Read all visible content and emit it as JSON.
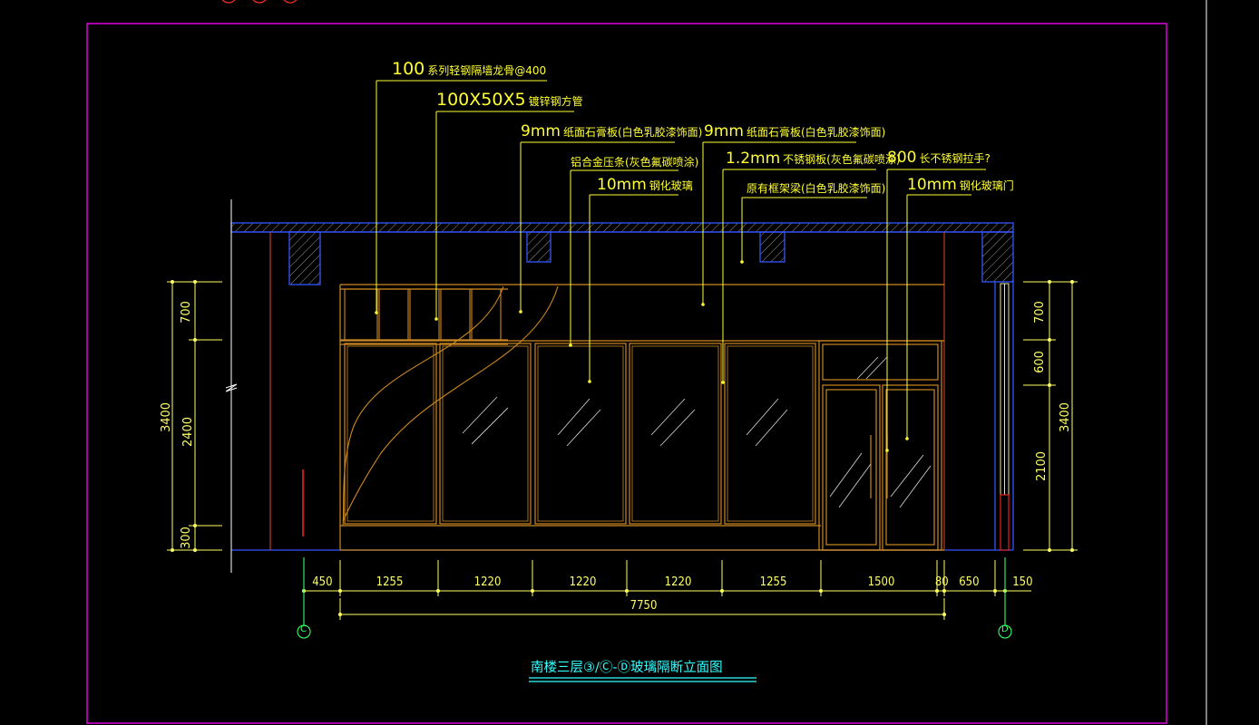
{
  "drawing": {
    "title": "南楼三层③/Ⓒ-Ⓓ玻璃隔断立面图"
  },
  "annotations": [
    {
      "id": "a1",
      "big": "100",
      "small": "系列轻钢隔墙龙骨@400"
    },
    {
      "id": "a2",
      "big": "100X50X5",
      "small": "镀锌钢方管"
    },
    {
      "id": "a3",
      "big": "9mm",
      "small": "纸面石膏板(白色乳胶漆饰面)"
    },
    {
      "id": "a4",
      "big": "",
      "small": "铝合金压条(灰色氟碳喷涂)"
    },
    {
      "id": "a5",
      "big": "10mm",
      "small": "钢化玻璃"
    },
    {
      "id": "a6",
      "big": "9mm",
      "small": "纸面石膏板(白色乳胶漆饰面)"
    },
    {
      "id": "a7",
      "big": "1.2mm",
      "small": "不锈钢板(灰色氟碳喷涂)"
    },
    {
      "id": "a8",
      "big": "",
      "small": "原有框架梁(白色乳胶漆饰面)"
    },
    {
      "id": "a9",
      "big": "800",
      "small": "长不锈钢拉手?"
    },
    {
      "id": "a10",
      "big": "10mm",
      "small": "钢化玻璃门"
    }
  ],
  "dims_bottom": [
    "450",
    "1255",
    "1220",
    "1220",
    "1220",
    "1255",
    "1500",
    "80",
    "650",
    "150"
  ],
  "dim_total": "7750",
  "dims_left": [
    "700",
    "2400",
    "300",
    "3400"
  ],
  "dims_right": [
    "700",
    "600",
    "2100",
    "3400"
  ],
  "axes": [
    "C",
    "D"
  ],
  "colors": {
    "background": "#000000",
    "frame": "#ff00ff",
    "outline": "#3355ff",
    "frame_member": "#cc8822",
    "annotation": "#ffff33",
    "dimension": "#ffff66",
    "axis": "#33ff66",
    "title": "#33ffff",
    "hatch": "#cccccc",
    "accent": "#ff3322"
  }
}
